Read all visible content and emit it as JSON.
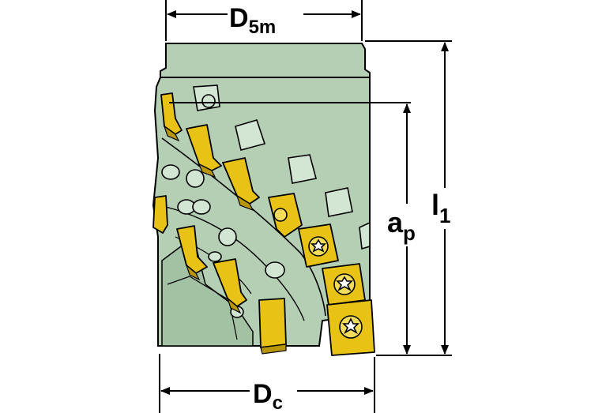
{
  "dimensions": {
    "top_width": {
      "main": "D",
      "sub": "5m"
    },
    "bottom_width": {
      "main": "D",
      "sub": "c"
    },
    "cutting_depth": {
      "main": "a",
      "sub": "p"
    },
    "total_length": {
      "main": "l",
      "sub": "1"
    }
  },
  "colors": {
    "body": "#b4cfb4",
    "body_dark": "#93b293",
    "pocket": "#d3e5d3",
    "insert": "#e8c315",
    "insert_dark": "#b8960a",
    "line": "#000000"
  }
}
